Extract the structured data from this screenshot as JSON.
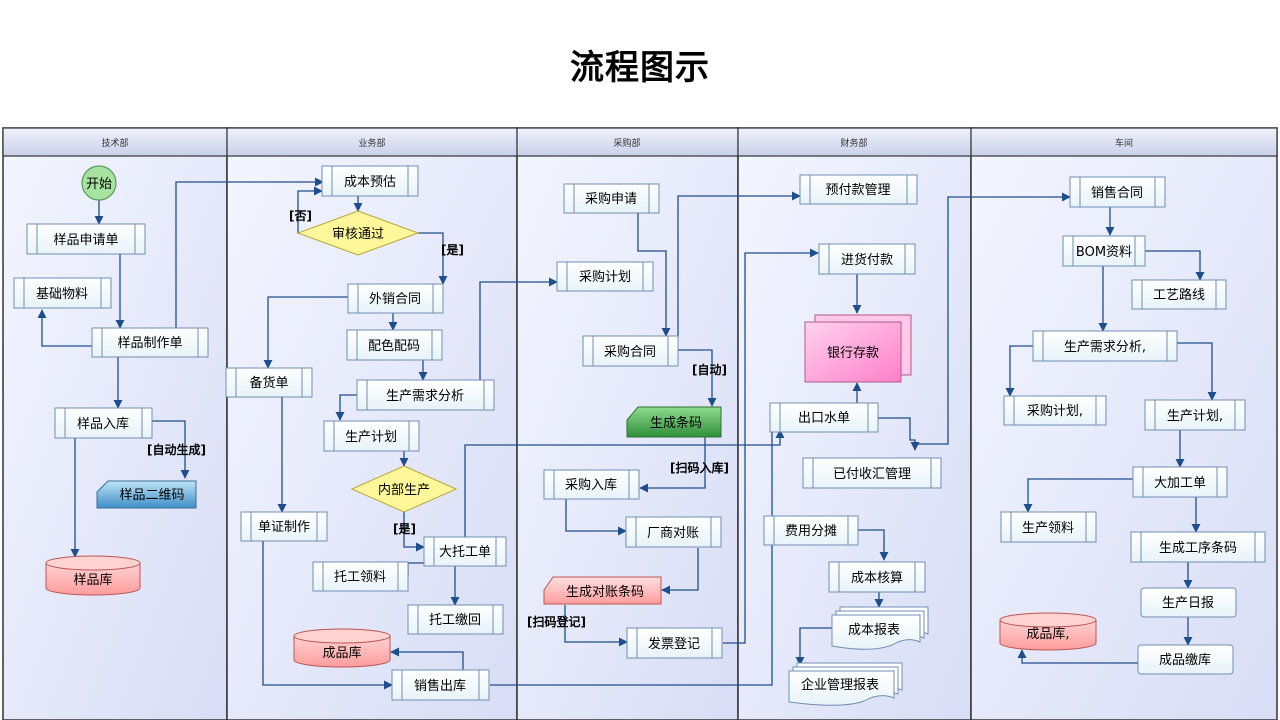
{
  "title": "流程图示",
  "lanes": {
    "tech": "技术部",
    "business": "业务部",
    "purchase": "采购部",
    "finance": "财务部",
    "workshop": "车间"
  },
  "nodes": {
    "start": "开始",
    "sample_request": "样品申请单",
    "base_material": "基础物料",
    "sample_make": "样品制作单",
    "sample_in": "样品入库",
    "sample_qr": "样品二维码",
    "sample_store": "样品库",
    "cost_estimate": "成本预估",
    "review": "审核通过",
    "export_contract": "外销合同",
    "color_code": "配色配码",
    "prod_demand_b": "生产需求分析",
    "stock_list": "备货单",
    "prod_plan_b": "生产计划",
    "internal_prod": "内部生产",
    "doc_make": "单证制作",
    "outsource_order": "大托工单",
    "outsource_pick": "托工领料",
    "outsource_return": "托工缴回",
    "finished_store_b": "成品库",
    "sales_out": "销售出库",
    "purchase_request": "采购申请",
    "purchase_plan": "采购计划",
    "purchase_contract": "采购合同",
    "gen_barcode": "生成条码",
    "purchase_in": "采购入库",
    "vendor_check": "厂商对账",
    "gen_check_code": "生成对账条码",
    "invoice": "发票登记",
    "prepay": "预付款管理",
    "goods_pay": "进货付款",
    "bank": "银行存款",
    "export_note": "出口水单",
    "paid_fx": "已付收汇管理",
    "cost_split": "费用分摊",
    "cost_calc": "成本核算",
    "cost_report": "成本报表",
    "mgmt_report": "企业管理报表",
    "sales_contract": "销售合同",
    "bom": "BOM资料",
    "route": "工艺路线",
    "prod_demand_w": "生产需求分析,",
    "purchase_plan_w": "采购计划,",
    "prod_plan_w": "生产计划,",
    "big_work_order": "大加工单",
    "prod_pick": "生产领料",
    "gen_proc_code": "生成工序条码",
    "daily_report": "生产日报",
    "finished_return": "成品缴库",
    "finished_store_w": "成品库,"
  },
  "edge_labels": {
    "no": "[否]",
    "yes": "[是]",
    "yes2": "[是]",
    "auto_gen": "[自动生成]",
    "auto": "[自动]",
    "scan_in": "[扫码入库]",
    "scan_reg": "[扫码登记]"
  },
  "colors": {
    "lane_border": "#333333",
    "node_fill": "#ffffff",
    "node_border": "#6f8fb3",
    "arrow": "#1f4e8c",
    "start_fill": "#a6e3a1",
    "diamond_fill": "#fff799",
    "db_fill": "#ffb0b0",
    "bank_fill": "#ff9fd6",
    "green_fill": "#3aa34a",
    "blue_fill": "#5aa6d6"
  }
}
